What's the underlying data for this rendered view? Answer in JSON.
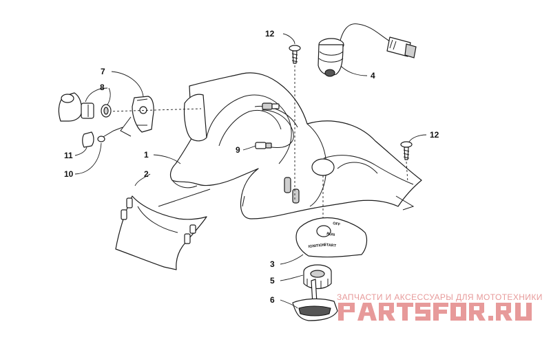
{
  "diagram": {
    "callouts": [
      {
        "id": "12a",
        "label": "12"
      },
      {
        "id": "4",
        "label": "4"
      },
      {
        "id": "7",
        "label": "7"
      },
      {
        "id": "8",
        "label": "8"
      },
      {
        "id": "12b",
        "label": "12"
      },
      {
        "id": "1",
        "label": "1"
      },
      {
        "id": "9",
        "label": "9"
      },
      {
        "id": "11",
        "label": "11"
      },
      {
        "id": "10",
        "label": "10"
      },
      {
        "id": "2",
        "label": "2"
      },
      {
        "id": "3",
        "label": "3"
      },
      {
        "id": "5",
        "label": "5"
      },
      {
        "id": "6",
        "label": "6"
      }
    ],
    "decal_text": {
      "off": "OFF",
      "run": "RUN",
      "ignition": "IGNITION",
      "start": "START"
    }
  },
  "watermark": {
    "subtitle": "ЗАПЧАСТИ И АКСЕССУАРЫ ДЛЯ МОТОТЕХНИКИ",
    "logo": "PARTSFOR.RU",
    "color": "#e79a9a"
  }
}
